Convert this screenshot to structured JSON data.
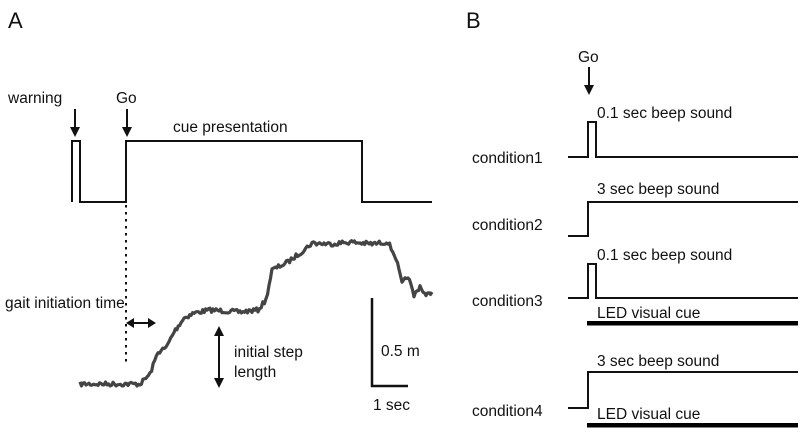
{
  "panel_a": {
    "letter": "A",
    "warning": "warning",
    "go": "Go",
    "cue_presentation": "cue presentation",
    "gait_initiation_time": "gait initiation time",
    "initial_step_line1": "initial step",
    "initial_step_line2": "length",
    "scale_distance": "0.5 m",
    "scale_time": "1 sec"
  },
  "panel_b": {
    "letter": "B",
    "go": "Go",
    "conditions": [
      {
        "label": "condition1",
        "sound": "0.1 sec beep sound",
        "visual": ""
      },
      {
        "label": "condition2",
        "sound": "3 sec beep sound",
        "visual": ""
      },
      {
        "label": "condition3",
        "sound": "0.1 sec beep sound",
        "visual": "LED visual cue"
      },
      {
        "label": "condition4",
        "sound": "3 sec beep sound",
        "visual": "LED visual cue"
      }
    ]
  }
}
